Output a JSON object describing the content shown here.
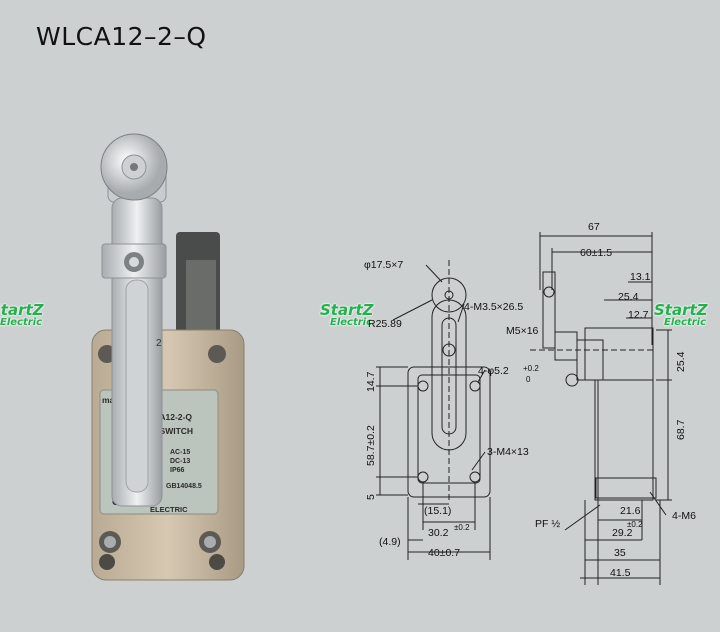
{
  "title": "WLCA12–2–Q",
  "photo": {
    "brand": "maxtz",
    "model": "WLCA12-2-Q",
    "type": "LIMIT SWITCH",
    "spec_a": "AC-15",
    "spec_b": "DC-13",
    "spec_c": "IP66",
    "spec_d": "GB14048.5",
    "ce": "CE",
    "maker": "ELECTRIC",
    "dial_mark": "2"
  },
  "watermark": {
    "line1": "StartZ",
    "line2": "Electric"
  },
  "dims": {
    "d_175x7": "φ17.5×7",
    "m35": "4-M3.5×26.5",
    "r89": "R25.89",
    "m5x16": "M5×16",
    "d52": "4-φ5.2",
    "tol_plus": "+0.2",
    "tol_zero": "0",
    "d147": "14.7",
    "d587": "58.7±0.2",
    "m4x13": "3-M4×13",
    "d5": "5",
    "d151": "(15.1)",
    "d302": "30.2",
    "tol_02a": "±0.2",
    "d49": "(4.9)",
    "d40": "40±0.7",
    "pf": "PF ½",
    "d67": "67",
    "d60": "60±1.5",
    "d131": "13.1",
    "d254a": "25.4",
    "d127": "12.7",
    "d254b": "25.4",
    "d687": "68.7",
    "d216": "21.6",
    "tol_02b": "±0.2",
    "d292": "29.2",
    "d35": "35",
    "d415": "41.5",
    "m6": "4-M6"
  }
}
